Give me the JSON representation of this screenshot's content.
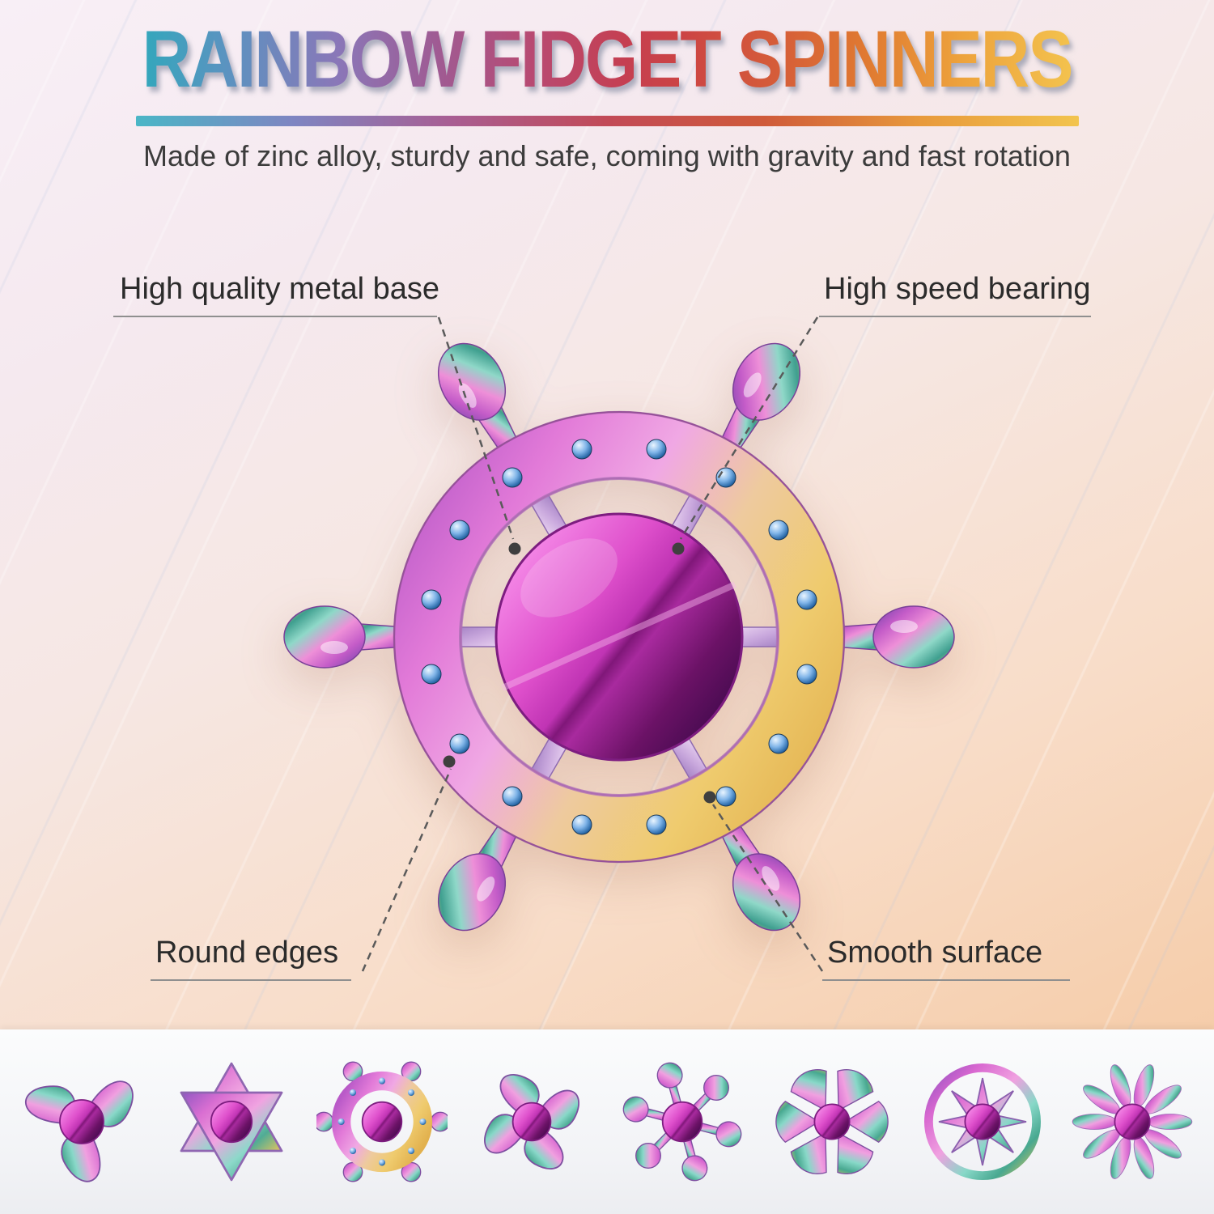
{
  "header": {
    "title": "RAINBOW FIDGET SPINNERS",
    "subtitle": "Made of zinc alloy, sturdy and safe, coming with gravity and fast rotation"
  },
  "callouts": {
    "top_left": "High quality metal base",
    "top_right": "High speed bearing",
    "bottom_left": "Round edges",
    "bottom_right": "Smooth surface"
  },
  "product": {
    "main_illustration": "rainbow ship-wheel fidget spinner with magenta center dome, blue rivets and six iridescent handles",
    "variant_icons": [
      "mermaid-dragon-spinner",
      "hexagram-star-spinner",
      "ship-wheel-spinner",
      "dragon-quad-spinner",
      "ball-hex-spinner",
      "ginkgo-fan-spinner",
      "compass-star-spinner",
      "daisy-petal-spinner"
    ]
  },
  "colors": {
    "title_gradient": [
      "#33a7bc",
      "#8a77b8",
      "#c53f51",
      "#f3c24e"
    ],
    "divider_gradient": [
      "#4ab6c6",
      "#a85e93",
      "#cf5a3a",
      "#f2c44e"
    ],
    "dome_magenta": "#c034b4",
    "rivet_blue": "#2a6aaa",
    "ring_pink": "#e27ad8",
    "ring_gold": "#efcb6e",
    "background_top": "#f8eff6",
    "background_bottom": "#f3c69f"
  }
}
